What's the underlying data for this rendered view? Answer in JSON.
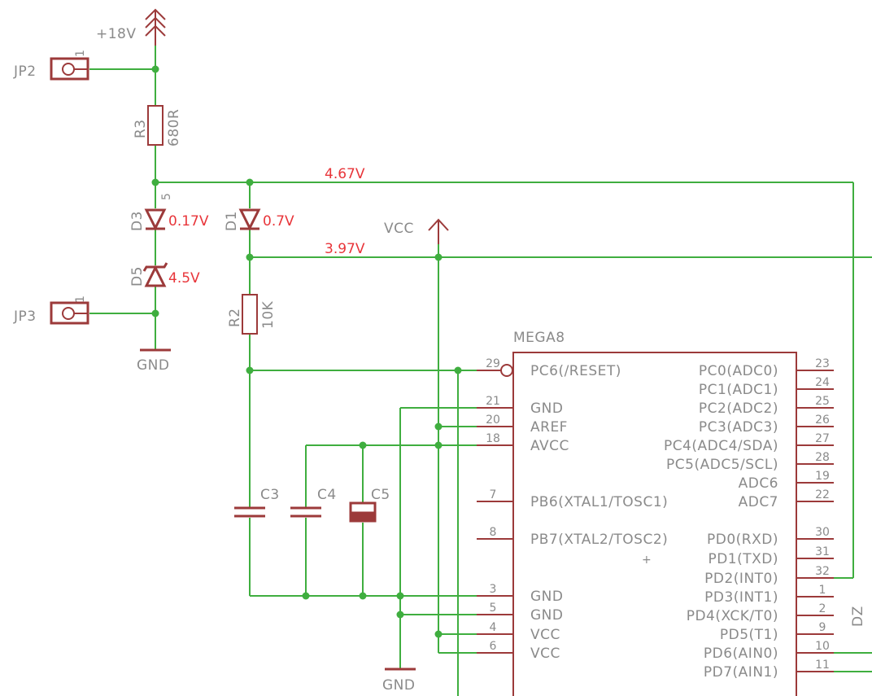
{
  "supply": {
    "plus18v": "+18V",
    "gnd_top": "GND",
    "gnd_bottom": "GND",
    "vcc": "VCC"
  },
  "jumpers": {
    "jp2": "JP2",
    "jp3": "JP3",
    "pin1": "1"
  },
  "components": {
    "r3": {
      "name": "R3",
      "value": "680R"
    },
    "r2": {
      "name": "R2",
      "value": "10K"
    },
    "d3": {
      "name": "D3",
      "pin": "5"
    },
    "d1": {
      "name": "D1"
    },
    "d5": {
      "name": "D5"
    },
    "c3": {
      "name": "C3"
    },
    "c4": {
      "name": "C4"
    },
    "c5": {
      "name": "C5"
    }
  },
  "voltages": {
    "net_top": "4.67V",
    "net_mid": "3.97V",
    "d3_drop": "0.17V",
    "d1_drop": "0.7V",
    "d5_zener": "4.5V"
  },
  "ic": {
    "name": "MEGA8",
    "origin_mark": "+",
    "partial_label": "DZ",
    "left_pins": [
      {
        "num": "29",
        "name": "PC6(/RESET)"
      },
      {
        "num": "21",
        "name": "GND"
      },
      {
        "num": "20",
        "name": "AREF"
      },
      {
        "num": "18",
        "name": "AVCC"
      },
      {
        "num": "7",
        "name": "PB6(XTAL1/TOSC1)"
      },
      {
        "num": "8",
        "name": "PB7(XTAL2/TOSC2)"
      },
      {
        "num": "3",
        "name": "GND"
      },
      {
        "num": "5",
        "name": "GND"
      },
      {
        "num": "4",
        "name": "VCC"
      },
      {
        "num": "6",
        "name": "VCC"
      }
    ],
    "right_pins": [
      {
        "num": "23",
        "name": "PC0(ADC0)"
      },
      {
        "num": "24",
        "name": "PC1(ADC1)"
      },
      {
        "num": "25",
        "name": "PC2(ADC2)"
      },
      {
        "num": "26",
        "name": "PC3(ADC3)"
      },
      {
        "num": "27",
        "name": "PC4(ADC4/SDA)"
      },
      {
        "num": "28",
        "name": "PC5(ADC5/SCL)"
      },
      {
        "num": "19",
        "name": "ADC6"
      },
      {
        "num": "22",
        "name": "ADC7"
      },
      {
        "num": "30",
        "name": "PD0(RXD)"
      },
      {
        "num": "31",
        "name": "PD1(TXD)"
      },
      {
        "num": "32",
        "name": "PD2(INT0)"
      },
      {
        "num": "1",
        "name": "PD3(INT1)"
      },
      {
        "num": "2",
        "name": "PD4(XCK/T0)"
      },
      {
        "num": "9",
        "name": "PD5(T1)"
      },
      {
        "num": "10",
        "name": "PD6(AIN0)"
      },
      {
        "num": "11",
        "name": "PD7(AIN1)"
      }
    ]
  }
}
